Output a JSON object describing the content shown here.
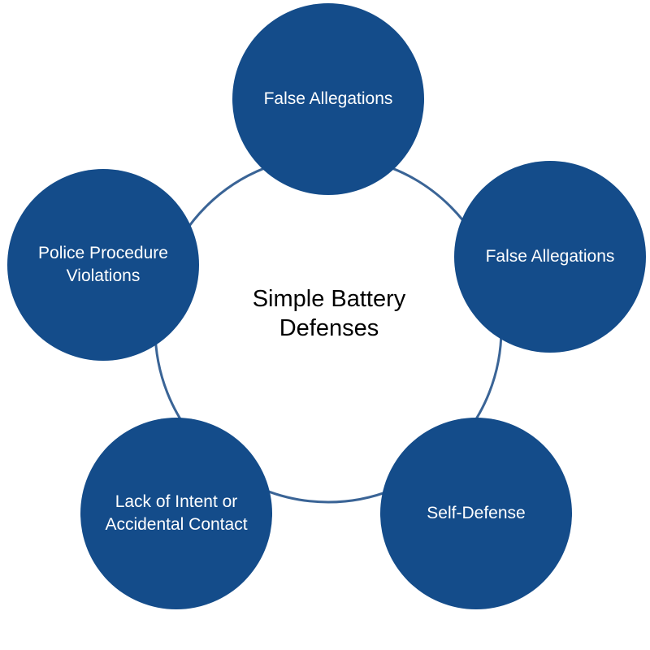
{
  "diagram": {
    "center_title": "Simple Battery Defenses",
    "nodes": [
      {
        "label": "False Allegations"
      },
      {
        "label": "False Allegations"
      },
      {
        "label": "Self-Defense"
      },
      {
        "label": "Lack of Intent or Accidental Contact"
      },
      {
        "label": "Police Procedure Violations"
      }
    ],
    "colors": {
      "node_fill": "#144c8a",
      "ring_stroke": "#3a6496",
      "node_text": "#ffffff",
      "center_text": "#000000"
    }
  }
}
